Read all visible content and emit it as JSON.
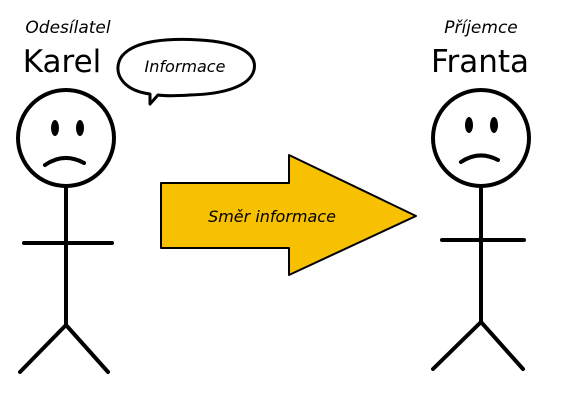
{
  "sender": {
    "role": "Odesílatel",
    "name": "Karel"
  },
  "speech_bubble": {
    "text": "Informace"
  },
  "arrow": {
    "label": "Směr informace",
    "fill_color": "#f7c000"
  },
  "receiver": {
    "role": "Příjemce",
    "name": "Franta"
  }
}
